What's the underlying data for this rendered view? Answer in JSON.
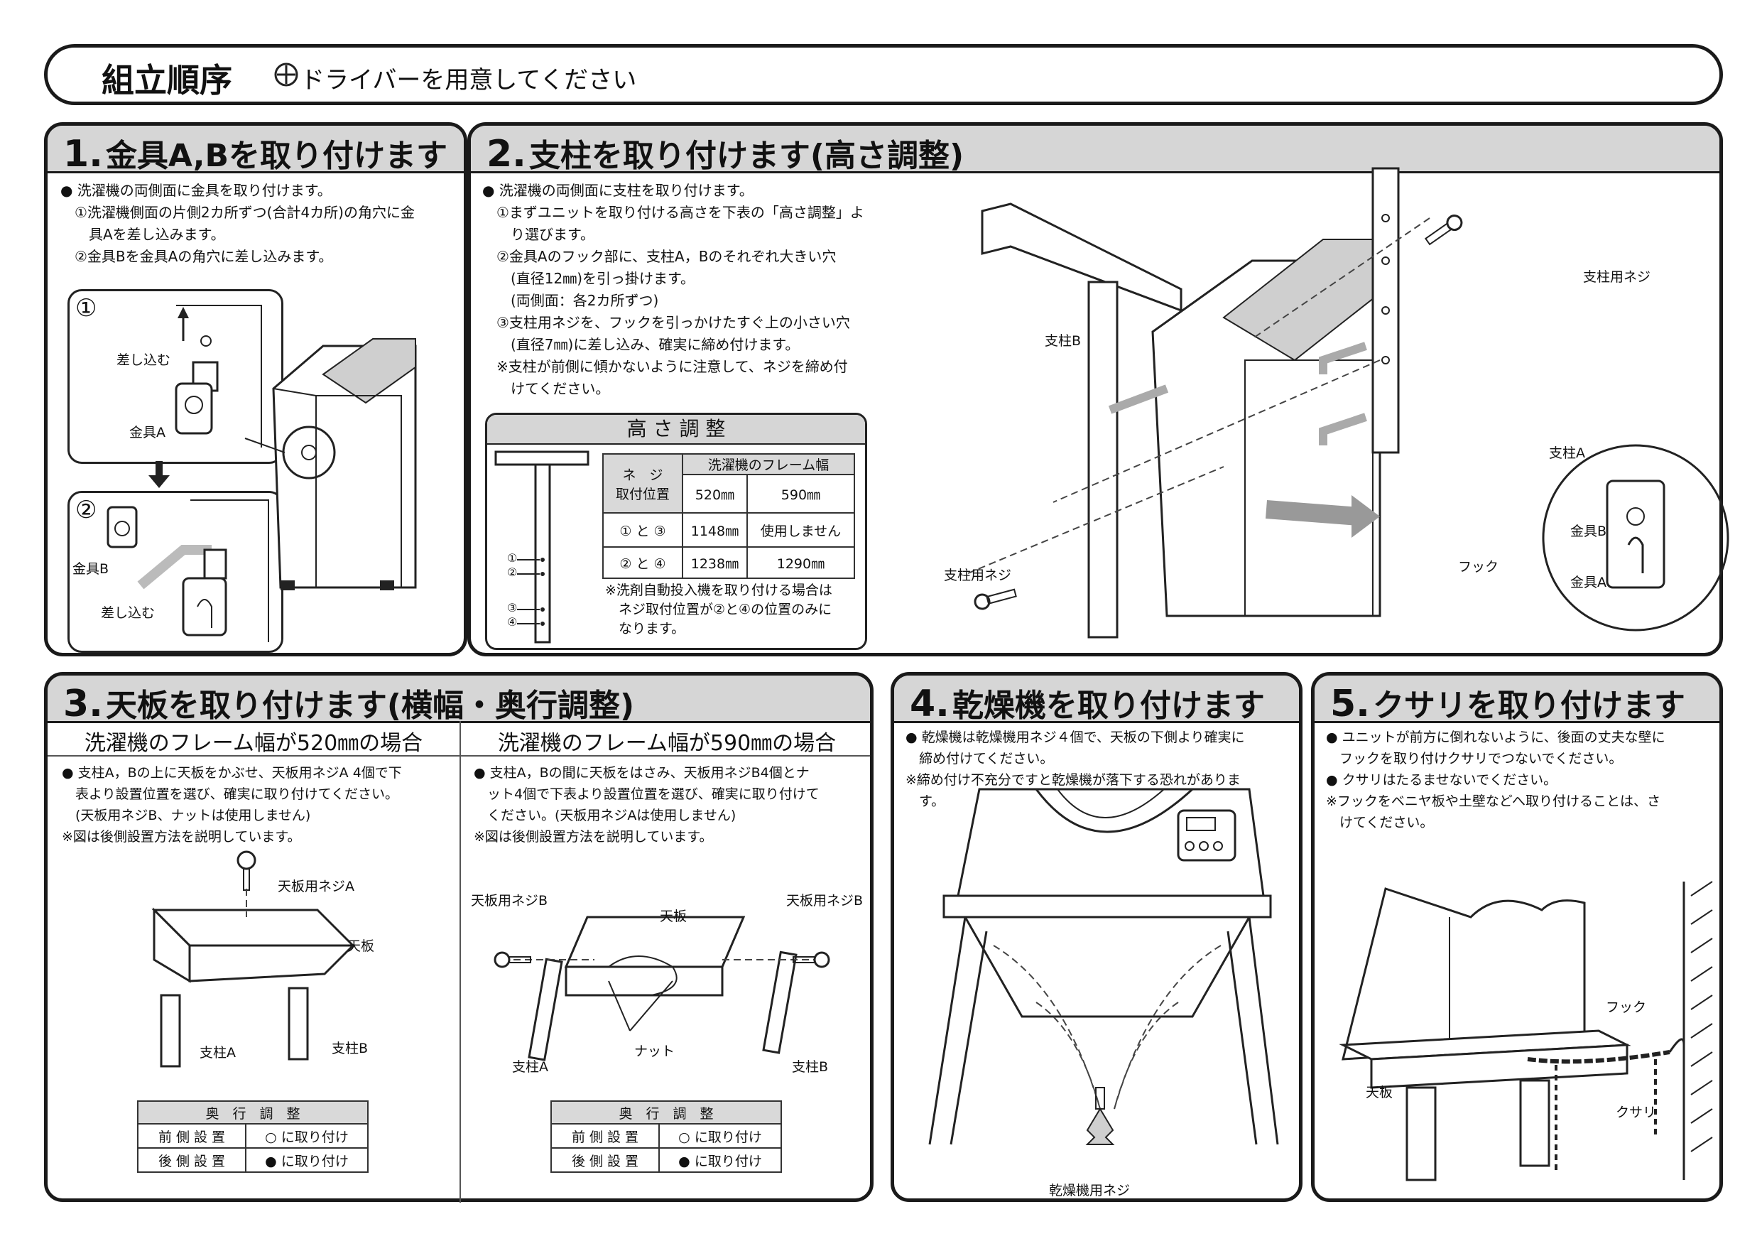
{
  "header": {
    "title": "組立順序",
    "driver_note": "ドライバーを用意してください"
  },
  "section1": {
    "num": "1.",
    "title": "金具A,Bを取り付けます",
    "text": "● 洗濯機の両側面に金具を取り付けます。\n　①洗濯機側面の片側2カ所ずつ(合計4カ所)の角穴に金\n　　具Aを差し込みます。\n　②金具Bを金具Aの角穴に差し込みます。",
    "step1": "①",
    "step2": "②",
    "label_insert1": "差し込む",
    "label_bracket_a": "金具A",
    "label_bracket_b": "金具B",
    "label_insert2": "差し込む"
  },
  "section2": {
    "num": "2.",
    "title": "支柱を取り付けます(高さ調整)",
    "text": "● 洗濯機の両側面に支柱を取り付けます。\n　①まずユニットを取り付ける高さを下表の「高さ調整」よ\n　　り選びます。\n　②金具Aのフック部に、支柱A，Bのそれぞれ大きい穴\n　　(直径12㎜)を引っ掛けます。\n　　(両側面：各2カ所ずつ)\n　③支柱用ネジを、フックを引っかけたすぐ上の小さい穴\n　　(直径7㎜)に差し込み、確実に締め付けます。\n　※支柱が前側に傾かないように注意して、ネジを締め付\n　　けてください。",
    "height_box": {
      "title": "高 さ 調 整",
      "col_screw": "ネ　ジ\n取付位置",
      "col_frame": "洗濯機のフレーム幅",
      "col_520": "520㎜",
      "col_590": "590㎜",
      "rows": [
        {
          "pos": "① と ③",
          "w520": "1148㎜",
          "w590": "使用しません"
        },
        {
          "pos": "② と ④",
          "w520": "1238㎜",
          "w590": "1290㎜"
        }
      ],
      "marks": [
        "①",
        "②",
        "③",
        "④"
      ],
      "note": "※洗剤自動投入機を取り付ける場合は\n　ネジ取付位置が②と④の位置のみに\n　なります。"
    },
    "label_post_b": "支柱B",
    "label_post_screw_top": "支柱用ネジ",
    "label_post_a": "支柱A",
    "label_post_screw_bottom": "支柱用ネジ",
    "label_hook": "フック",
    "label_bracket_b": "金具B",
    "label_bracket_a": "金具A"
  },
  "section3": {
    "num": "3.",
    "title": "天板を取り付けます(横幅・奥行調整)",
    "left": {
      "subtitle": "洗濯機のフレーム幅が520㎜の場合",
      "text": "● 支柱A，Bの上に天板をかぶせ、天板用ネジA 4個で下\n　表より設置位置を選び、確実に取り付けてください。\n　(天板用ネジB、ナットは使用しません)\n※図は後側設置方法を説明しています。",
      "label_screw": "天板用ネジA",
      "label_top": "天板",
      "label_post_a": "支柱A",
      "label_post_b": "支柱B",
      "depth": {
        "title": "奥　行　調　整",
        "rows": [
          {
            "pos": "前 側 設 置",
            "mark": "○",
            "val": "に取り付け"
          },
          {
            "pos": "後 側 設 置",
            "mark": "●",
            "val": "に取り付け"
          }
        ]
      }
    },
    "right": {
      "subtitle": "洗濯機のフレーム幅が590㎜の場合",
      "text": "● 支柱A，Bの間に天板をはさみ、天板用ネジB4個とナ\n　ット4個で下表より設置位置を選び、確実に取り付けて\n　ください。(天板用ネジAは使用しません)\n※図は後側設置方法を説明しています。",
      "label_screw_l": "天板用ネジB",
      "label_screw_r": "天板用ネジB",
      "label_top": "天板",
      "label_nut": "ナット",
      "label_post_a": "支柱A",
      "label_post_b": "支柱B",
      "depth": {
        "title": "奥　行　調　整",
        "rows": [
          {
            "pos": "前 側 設 置",
            "mark": "○",
            "val": "に取り付け"
          },
          {
            "pos": "後 側 設 置",
            "mark": "●",
            "val": "に取り付け"
          }
        ]
      }
    }
  },
  "section4": {
    "num": "4.",
    "title": "乾燥機を取り付けます",
    "text": "● 乾燥機は乾燥機用ネジ４個で、天板の下側より確実に\n　締め付けてください。\n※締め付け不充分ですと乾燥機が落下する恐れがありま\n　す。",
    "label_screw": "乾燥機用ネジ"
  },
  "section5": {
    "num": "5.",
    "title": "クサリを取り付けます",
    "text": "● ユニットが前方に倒れないように、後面の丈夫な壁に\n　フックを取り付けクサリでつないでください。\n● クサリはたるませないでください。\n※フックをベニヤ板や土壁などへ取り付けることは、さ\n　けてください。",
    "label_hook": "フック",
    "label_top": "天板",
    "label_chain": "クサリ"
  }
}
